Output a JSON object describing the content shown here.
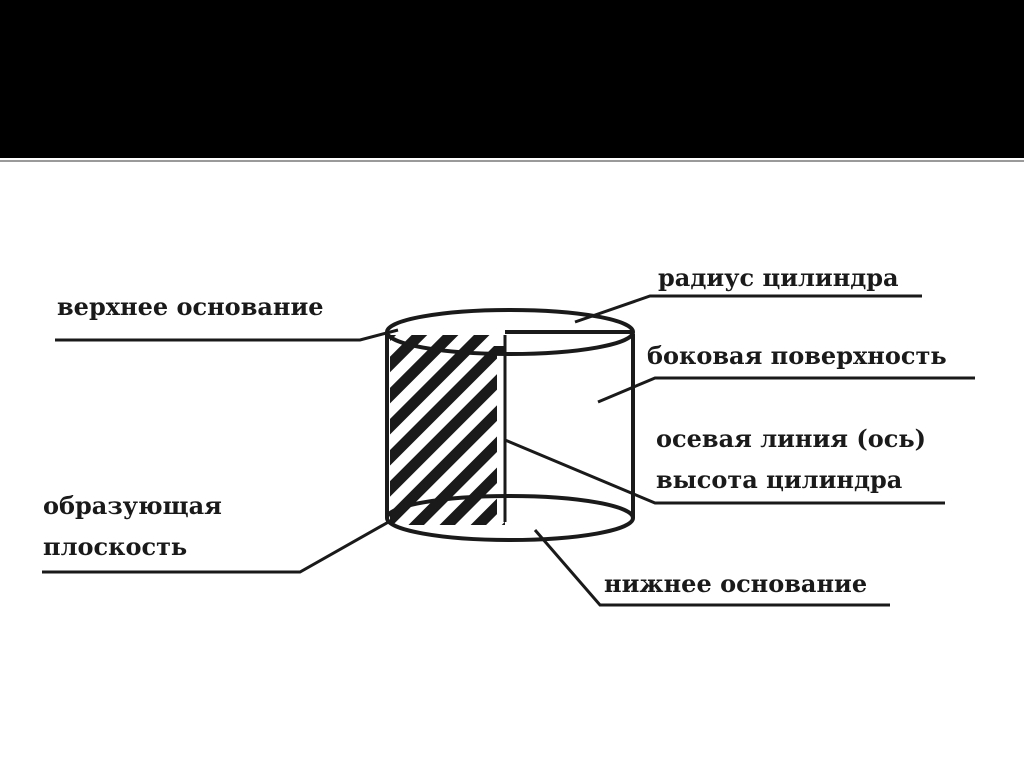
{
  "colors": {
    "header_bar": "#000000",
    "separator": "#9a9a9a",
    "ink": "#1a1a1a",
    "background": "#ffffff"
  },
  "labels": {
    "top_base": "верхнее основание",
    "radius": "радиус цилиндра",
    "lateral_surface": "боковая поверхность",
    "axis_line": "осевая линия (ось)",
    "height": "высота цилиндра",
    "generatrix_line1": "образующая",
    "generatrix_line2": "плоскость",
    "bottom_base": "нижнее основание"
  }
}
